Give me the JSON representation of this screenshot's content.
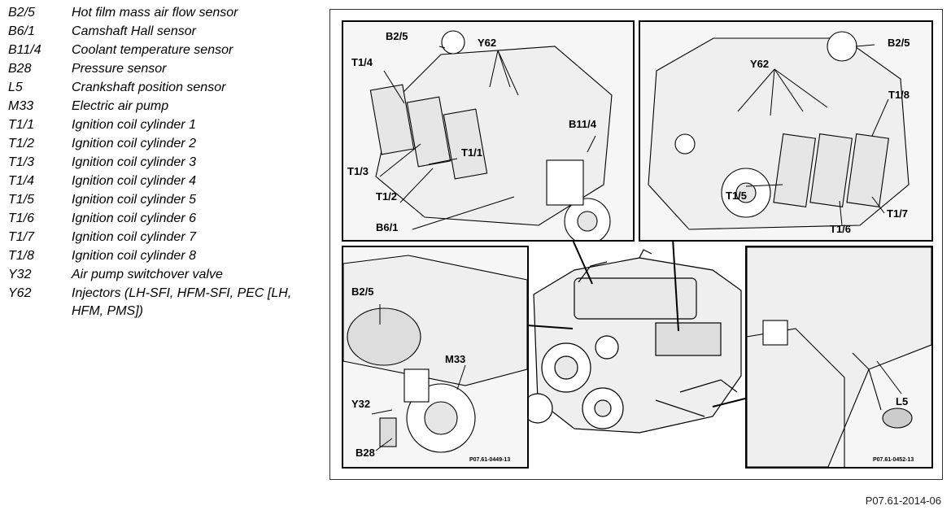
{
  "legend": [
    {
      "code": "B2/5",
      "desc": "Hot film mass air flow sensor"
    },
    {
      "code": "B6/1",
      "desc": "Camshaft Hall sensor"
    },
    {
      "code": "B11/4",
      "desc": "Coolant temperature sensor"
    },
    {
      "code": "B28",
      "desc": "Pressure sensor"
    },
    {
      "code": "L5",
      "desc": "Crankshaft position sensor"
    },
    {
      "code": "M33",
      "desc": "Electric air pump"
    },
    {
      "code": "T1/1",
      "desc": "Ignition coil cylinder 1"
    },
    {
      "code": "T1/2",
      "desc": "Ignition coil cylinder 2"
    },
    {
      "code": "T1/3",
      "desc": "Ignition coil cylinder 3"
    },
    {
      "code": "T1/4",
      "desc": "Ignition coil cylinder 4"
    },
    {
      "code": "T1/5",
      "desc": "Ignition coil cylinder 5"
    },
    {
      "code": "T1/6",
      "desc": "Ignition coil cylinder 6"
    },
    {
      "code": "T1/7",
      "desc": "Ignition coil cylinder 7"
    },
    {
      "code": "T1/8",
      "desc": "Ignition coil cylinder 8"
    },
    {
      "code": "Y32",
      "desc": "Air pump switchover valve"
    },
    {
      "code": "Y62",
      "desc": "Injectors (LH-SFI, HFM-SFI, PEC [LH, HFM, PMS])"
    }
  ],
  "panels": {
    "top_left": {
      "labels": [
        "B2/5",
        "Y62",
        "T1/4",
        "B11/4",
        "T1/3",
        "T1/1",
        "T1/2",
        "B6/1"
      ]
    },
    "top_right": {
      "labels": [
        "B2/5",
        "Y62",
        "T1/8",
        "T1/5",
        "T1/7",
        "T1/6"
      ]
    },
    "bottom_left": {
      "labels": [
        "B2/5",
        "M33",
        "Y32",
        "B28"
      ],
      "code": "P07.61-0449-13"
    },
    "bottom_right": {
      "labels": [
        "L5"
      ],
      "code": "P07.61-0452-13"
    }
  },
  "drawing_number": "P07.61-2014-06"
}
